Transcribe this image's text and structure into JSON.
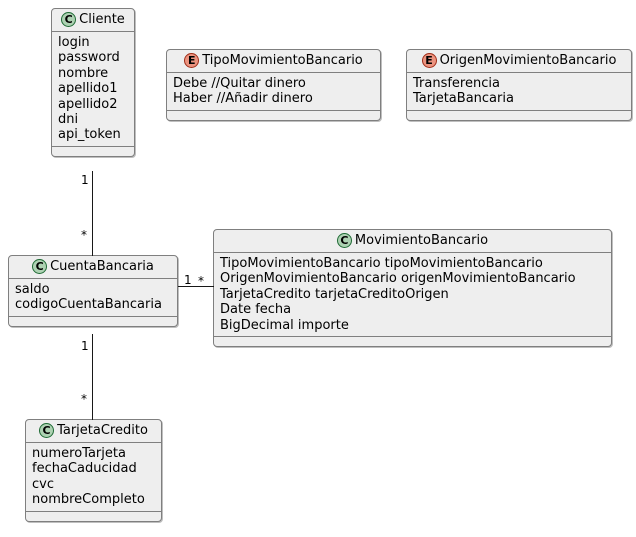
{
  "diagram": {
    "kind": "uml-class-diagram",
    "background": "#FFFFFF",
    "line_color": "#181818",
    "node_fill": "#EEEEEE",
    "node_border": "#7F7F7F",
    "class_icon_color": "#ADD1B2",
    "enum_icon_color": "#EB937F"
  },
  "nodes": {
    "cliente": {
      "stereotype_letter": "C",
      "stereotype_kind": "class",
      "name": "Cliente",
      "attributes": [
        "login",
        "password",
        "nombre",
        "apellido1",
        "apellido2",
        "dni",
        "api_token"
      ]
    },
    "tipo_movimiento_bancario": {
      "stereotype_letter": "E",
      "stereotype_kind": "enum",
      "name": "TipoMovimientoBancario",
      "attributes": [
        "Debe //Quitar dinero",
        "Haber //Añadir dinero"
      ]
    },
    "origen_movimiento_bancario": {
      "stereotype_letter": "E",
      "stereotype_kind": "enum",
      "name": "OrigenMovimientoBancario",
      "attributes": [
        "Transferencia",
        "TarjetaBancaria"
      ]
    },
    "cuenta_bancaria": {
      "stereotype_letter": "C",
      "stereotype_kind": "class",
      "name": "CuentaBancaria",
      "attributes": [
        "saldo",
        "codigoCuentaBancaria"
      ]
    },
    "movimiento_bancario": {
      "stereotype_letter": "C",
      "stereotype_kind": "class",
      "name": "MovimientoBancario",
      "attributes": [
        "TipoMovimientoBancario tipoMovimientoBancario",
        "OrigenMovimientoBancario origenMovimientoBancario",
        "TarjetaCredito tarjetaCreditoOrigen",
        "Date fecha",
        "BigDecimal importe"
      ]
    },
    "tarjeta_credito": {
      "stereotype_letter": "C",
      "stereotype_kind": "class",
      "name": "TarjetaCredito",
      "attributes": [
        "numeroTarjeta",
        "fechaCaducidad",
        "cvc",
        "nombreCompleto"
      ]
    }
  },
  "associations": [
    {
      "id": "cliente-cuentabancaria",
      "from": "cliente",
      "to": "cuenta_bancaria",
      "source_multiplicity": "1",
      "target_multiplicity": "*"
    },
    {
      "id": "cuentabancaria-movimientobancario",
      "from": "cuenta_bancaria",
      "to": "movimiento_bancario",
      "source_multiplicity": "1",
      "target_multiplicity": "*"
    },
    {
      "id": "cuentabancaria-tarjetacredito",
      "from": "cuenta_bancaria",
      "to": "tarjeta_credito",
      "source_multiplicity": "1",
      "target_multiplicity": "*"
    }
  ]
}
